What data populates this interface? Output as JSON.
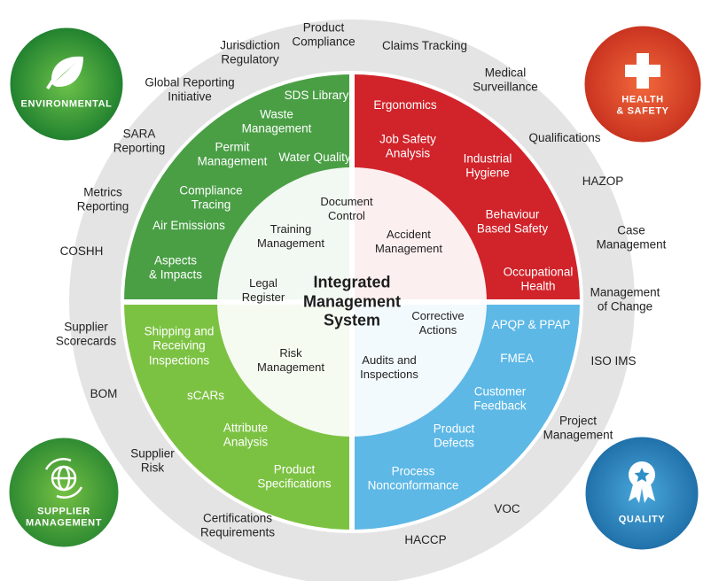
{
  "center_title": "Integrated\nManagement\nSystem",
  "badges": {
    "environmental": {
      "label": "ENVIRONMENTAL",
      "icon": "leaf-icon",
      "color": "#2e9e3c"
    },
    "health_safety": {
      "label": "HEALTH\n& SAFETY",
      "icon": "medical-cross-icon",
      "color": "#e3452a"
    },
    "supplier_management": {
      "label": "SUPPLIER\nMANAGEMENT",
      "icon": "globe-recycle-icon",
      "color": "#3fa83a"
    },
    "quality": {
      "label": "QUALITY",
      "icon": "award-ribbon-icon",
      "color": "#2f8fc8"
    }
  },
  "quadrant_colors": {
    "environmental": "#4a9f45",
    "health_safety": "#d1232a",
    "supplier": "#7cc242",
    "quality": "#5db8e6"
  },
  "environmental_items": [
    "SDS Library",
    "Waste\nManagement",
    "Permit\nManagement",
    "Water Quality",
    "Compliance\nTracing",
    "Air Emissions",
    "Aspects\n& Impacts"
  ],
  "health_safety_items": [
    "Ergonomics",
    "Job Safety\nAnalysis",
    "Industrial\nHygiene",
    "Behaviour\nBased Safety",
    "Occupational\nHealth"
  ],
  "supplier_items": [
    "Shipping and\nReceiving\nInspections",
    "sCARs",
    "Attribute\nAnalysis",
    "Product\nSpecifications"
  ],
  "quality_items": [
    "APQP & PPAP",
    "FMEA",
    "Customer\nFeedback",
    "Product\nDefects",
    "Process\nNonconformance"
  ],
  "core_items": [
    "Document\nControl",
    "Training\nManagement",
    "Accident\nManagement",
    "Legal\nRegister",
    "Corrective\nActions",
    "Risk\nManagement",
    "Audits and\nInspections"
  ],
  "outer_items": [
    "Product\nCompliance",
    "Jurisdiction\nRegulatory",
    "Claims Tracking",
    "Global Reporting\nInitiative",
    "Medical\nSurveillance",
    "SARA\nReporting",
    "Qualifications",
    "Metrics\nReporting",
    "HAZOP",
    "Case\nManagement",
    "COSHH",
    "Management\nof Change",
    "Supplier\nScorecards",
    "ISO IMS",
    "BOM",
    "Project\nManagement",
    "Supplier\nRisk",
    "VOC",
    "Certifications\nRequirements",
    "HACCP"
  ]
}
